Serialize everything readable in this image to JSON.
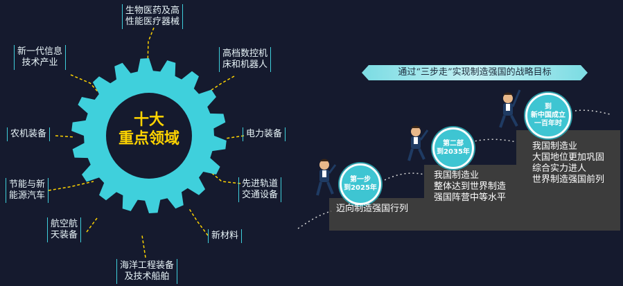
{
  "gear": {
    "center_line1": "十大",
    "center_line2": "重点领域",
    "color": "#3fd0dc",
    "title_color": "#ffd400"
  },
  "sectors": [
    {
      "line1": "生物医药及高",
      "line2": "性能医疗器械"
    },
    {
      "line1": "高档数控机",
      "line2": "床和机器人"
    },
    {
      "line1": "电力装备",
      "line2": ""
    },
    {
      "line1": "先进轨道",
      "line2": "交通设备"
    },
    {
      "line1": "新材料",
      "line2": ""
    },
    {
      "line1": "海洋工程装备",
      "line2": "及技术船舶"
    },
    {
      "line1": "航空航",
      "line2": "天装备"
    },
    {
      "line1": "节能与新",
      "line2": "能源汽车"
    },
    {
      "line1": "农机装备",
      "line2": ""
    },
    {
      "line1": "新一代信息",
      "line2": "技术产业"
    }
  ],
  "strategy": {
    "banner": "通过“三步走”实现制造强国的战略目标",
    "steps": [
      {
        "circle_line1": "第一步",
        "circle_line2": "到2025年",
        "circle_line3": "",
        "text": [
          "迈向制造强国行列"
        ]
      },
      {
        "circle_line1": "第二部",
        "circle_line2": "到2035年",
        "circle_line3": "",
        "text": [
          "我国制造业",
          "整体达到世界制造",
          "强国阵营中等水平"
        ]
      },
      {
        "circle_line1": "到",
        "circle_line2": "新中国成立",
        "circle_line3": "一百年时",
        "text": [
          "我国制造业",
          "大国地位更加巩固",
          "综合实力进人",
          "世界制造强国前列"
        ]
      }
    ],
    "stair_color": "#3c3c3c",
    "circle_color": "#3ec5d2"
  }
}
